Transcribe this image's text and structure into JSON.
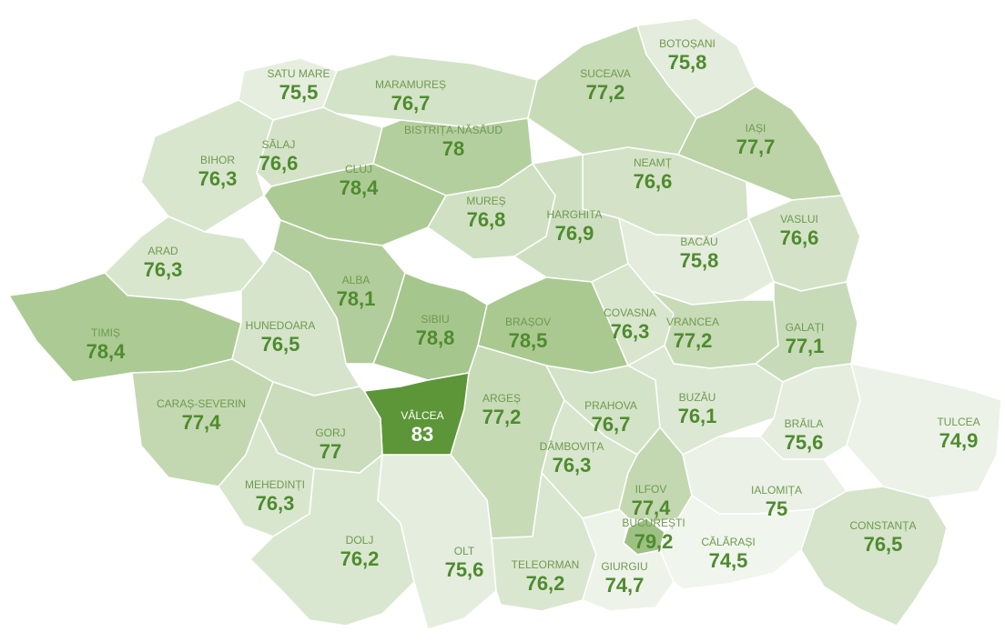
{
  "map": {
    "counties": [
      {
        "key": "satu-mare",
        "name": "SATU MARE",
        "value": "75,5",
        "shade": "#e6eee0"
      },
      {
        "key": "maramures",
        "name": "MARAMUREȘ",
        "value": "76,7",
        "shade": "#d3e3c7"
      },
      {
        "key": "botosani",
        "name": "BOTOȘANI",
        "value": "75,8",
        "shade": "#e4ecdd"
      },
      {
        "key": "suceava",
        "name": "SUCEAVA",
        "value": "77,2",
        "shade": "#c7dbb7"
      },
      {
        "key": "bihor",
        "name": "BIHOR",
        "value": "76,3",
        "shade": "#d8e6ce"
      },
      {
        "key": "salaj",
        "name": "SĂLAJ",
        "value": "76,6",
        "shade": "#d4e3c8"
      },
      {
        "key": "bistrita-nasaud",
        "name": "BISTRIȚA-NĂSĂUD",
        "value": "78",
        "shade": "#b4cf9e"
      },
      {
        "key": "iasi",
        "name": "IAȘI",
        "value": "77,7",
        "shade": "#bcd3a8"
      },
      {
        "key": "cluj",
        "name": "CLUJ",
        "value": "78,4",
        "shade": "#accb94"
      },
      {
        "key": "neamt",
        "name": "NEAMȚ",
        "value": "76,6",
        "shade": "#d4e3c8"
      },
      {
        "key": "mures",
        "name": "MUREȘ",
        "value": "76,8",
        "shade": "#d0e0c3"
      },
      {
        "key": "harghita",
        "name": "HARGHITA",
        "value": "76,9",
        "shade": "#cedfc1"
      },
      {
        "key": "vaslui",
        "name": "VASLUI",
        "value": "76,6",
        "shade": "#d4e3c8"
      },
      {
        "key": "arad",
        "name": "ARAD",
        "value": "76,3",
        "shade": "#d8e6ce"
      },
      {
        "key": "bacau",
        "name": "BACĂU",
        "value": "75,8",
        "shade": "#e4ecdd"
      },
      {
        "key": "alba",
        "name": "ALBA",
        "value": "78,1",
        "shade": "#b1cd9b"
      },
      {
        "key": "timis",
        "name": "TIMIȘ",
        "value": "78,4",
        "shade": "#accb94"
      },
      {
        "key": "hunedoara",
        "name": "HUNEDOARA",
        "value": "76,5",
        "shade": "#d5e4ca"
      },
      {
        "key": "sibiu",
        "name": "SIBIU",
        "value": "78,8",
        "shade": "#a5c68c"
      },
      {
        "key": "brasov",
        "name": "BRAȘOV",
        "value": "78,5",
        "shade": "#aac991"
      },
      {
        "key": "covasna",
        "name": "COVASNA",
        "value": "76,3",
        "shade": "#d8e6ce"
      },
      {
        "key": "vrancea",
        "name": "VRANCEA",
        "value": "77,2",
        "shade": "#c7dbb7"
      },
      {
        "key": "galati",
        "name": "GALAȚI",
        "value": "77,1",
        "shade": "#c8dbb9"
      },
      {
        "key": "caras-severin",
        "name": "CARAȘ-SEVERIN",
        "value": "77,4",
        "shade": "#c3d8b1"
      },
      {
        "key": "valcea",
        "name": "VÂLCEA",
        "value": "83",
        "shade": "#5c9638"
      },
      {
        "key": "arges",
        "name": "ARGEȘ",
        "value": "77,2",
        "shade": "#c7dbb7"
      },
      {
        "key": "prahova",
        "name": "PRAHOVA",
        "value": "76,7",
        "shade": "#d3e3c7"
      },
      {
        "key": "buzau",
        "name": "BUZĂU",
        "value": "76,1",
        "shade": "#dce8d3"
      },
      {
        "key": "gorj",
        "name": "GORJ",
        "value": "77",
        "shade": "#cadcbb"
      },
      {
        "key": "dambovita",
        "name": "DÂMBOVIȚA",
        "value": "76,3",
        "shade": "#d8e6ce"
      },
      {
        "key": "braila",
        "name": "BRĂILA",
        "value": "75,6",
        "shade": "#e5eddf"
      },
      {
        "key": "tulcea",
        "name": "TULCEA",
        "value": "74,9",
        "shade": "#ecf2e8"
      },
      {
        "key": "mehedinti",
        "name": "MEHEDINȚI",
        "value": "76,3",
        "shade": "#d8e6ce"
      },
      {
        "key": "ilfov",
        "name": "ILFOV",
        "value": "77,4",
        "shade": "#c3d8b1"
      },
      {
        "key": "ialomita",
        "name": "IALOMIȚA",
        "value": "75",
        "shade": "#ebf1e7"
      },
      {
        "key": "bucuresti",
        "name": "BUCUREȘTI",
        "value": "79,2",
        "shade": "#9dc183"
      },
      {
        "key": "dolj",
        "name": "DOLJ",
        "value": "76,2",
        "shade": "#dae7d0"
      },
      {
        "key": "olt",
        "name": "OLT",
        "value": "75,6",
        "shade": "#e5eddf"
      },
      {
        "key": "teleorman",
        "name": "TELEORMAN",
        "value": "76,2",
        "shade": "#dae7d0"
      },
      {
        "key": "giurgiu",
        "name": "GIURGIU",
        "value": "74,7",
        "shade": "#eef3ea"
      },
      {
        "key": "calarasi",
        "name": "CĂLĂRAȘI",
        "value": "74,5",
        "shade": "#f0f5ed"
      },
      {
        "key": "constanta",
        "name": "CONSTANȚA",
        "value": "76,5",
        "shade": "#d5e4ca"
      }
    ]
  }
}
